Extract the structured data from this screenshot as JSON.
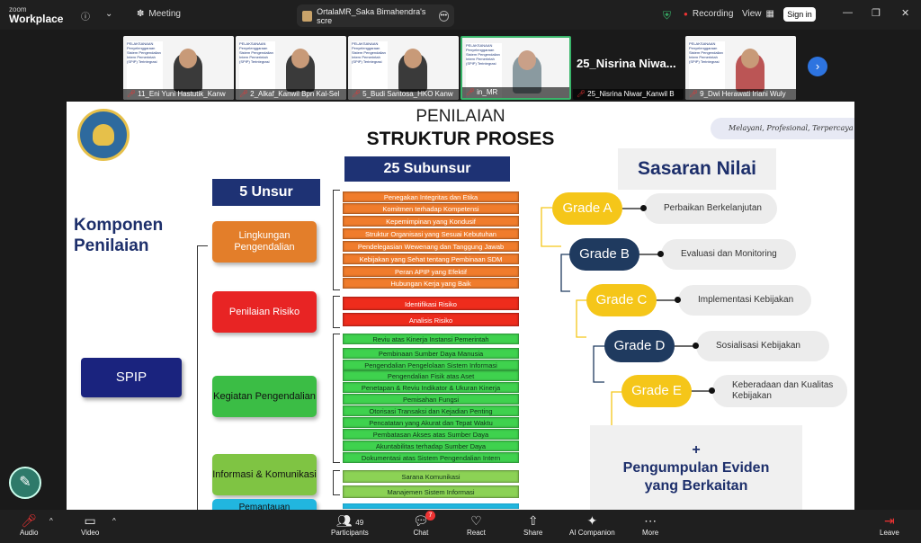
{
  "app": {
    "brand_top": "zoom",
    "brand_bottom": "Workplace",
    "meeting_label": "Meeting",
    "share_tab": "OrtalaMR_Saka Bimahendra's scre",
    "recording": "Recording",
    "view": "View",
    "sign_in": "Sign in"
  },
  "participants": [
    {
      "name": "11_Eni Yuni Hastutik_Kanw",
      "muted": true
    },
    {
      "name": "2_Alkaf_Kanwil Bpn Kal-Sel",
      "muted": true
    },
    {
      "name": "5_Budi Santosa_HKO Kanw",
      "muted": true
    },
    {
      "name": "in_MR",
      "muted": true
    },
    {
      "name": "25_Nisrina Niwar_Kanwil B",
      "muted": true
    },
    {
      "name": "9_Dwi Herawati Iriani Wuly",
      "muted": true
    }
  ],
  "big_name": "25_Nisrina  Niwa...",
  "tile_slide_text": "PELAKSANAAN Penyelenggaraan Sistem Pengendalian Intern Pemerintah (SPIP) Terintegrasi",
  "slide": {
    "motto": "Melayani, Profesional, Terpercaya",
    "title1": "PENILAIAN",
    "title2": "STRUKTUR PROSES",
    "komponen1": "Komponen",
    "komponen2": "Penilaian",
    "unsur_header": "5 Unsur",
    "sub_header": "25 Subunsur",
    "spip": "SPIP",
    "unsur": [
      "Lingkungan Pengendalian",
      "Penilaian Risiko",
      "Kegiatan Pengendalian",
      "Informasi & Komunikasi",
      "Pemantauan"
    ],
    "sub_lingkungan": [
      "Penegakan Integritas dan Etika",
      "Komitmen terhadap Kompetensi",
      "Kepemimpinan yang Kondusif",
      "Struktur Organisasi yang Sesuai Kebutuhan",
      "Pendelegasian Wewenang dan Tanggung Jawab",
      "Kebijakan yang Sehat tentang Pembinaan SDM",
      "Peran APIP yang Efektif",
      "Hubungan Kerja yang Baik"
    ],
    "sub_risiko": [
      "Identifikasi Risiko",
      "Analisis Risiko"
    ],
    "sub_kegiatan": [
      "Reviu atas Kinerja Instansi Pemerintah",
      "Pembinaan Sumber Daya Manusia",
      "Pengendalian Pengelolaan Sistem  Informasi",
      "Pengendalian Fisik atas Aset",
      "Penetapan & Reviu Indikator & Ukuran Kinerja",
      "Pemisahan Fungsi",
      "Otorisasi Transaksi dan Kejadian Penting",
      "Pencatatan yang Akurat dan Tepat Waktu",
      "Pembatasan Akses atas Sumber Daya",
      "Akuntabilitas terhadap Sumber Daya",
      "Dokumentasi atas Sistem Pengendalian Intern"
    ],
    "sub_informasi": [
      "Sarana Komunikasi",
      "Manajemen Sistem Informasi"
    ],
    "sasaran": "Sasaran Nilai",
    "grades": [
      {
        "grade": "Grade A",
        "desc": "Perbaikan Berkelanjutan"
      },
      {
        "grade": "Grade B",
        "desc": "Evaluasi dan Monitoring"
      },
      {
        "grade": "Grade C",
        "desc": "Implementasi Kebijakan"
      },
      {
        "grade": "Grade D",
        "desc": "Sosialisasi Kebijakan"
      },
      {
        "grade": "Grade E",
        "desc": "Keberadaan dan Kualitas Kebijakan"
      }
    ],
    "evid_plus": "+",
    "evid1": "Pengumpulan Eviden",
    "evid2": "yang Berkaitan"
  },
  "toolbar": {
    "audio": "Audio",
    "video": "Video",
    "participants": "Participants",
    "participants_count": "49",
    "chat": "Chat",
    "chat_badge": "7",
    "react": "React",
    "share": "Share",
    "ai": "AI Companion",
    "more": "More",
    "leave": "Leave"
  }
}
